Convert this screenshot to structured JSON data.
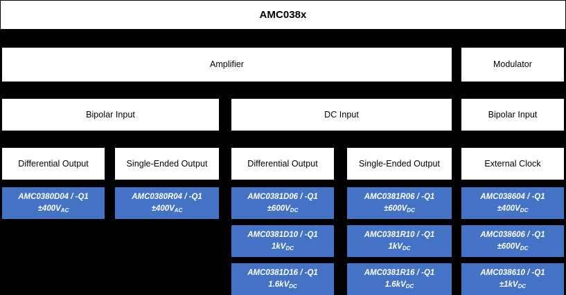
{
  "title": "AMC038x",
  "colors": {
    "background": "#000000",
    "box_fill": "#ffffff",
    "box_text": "#000000",
    "part_fill": "#4472c4",
    "part_text": "#ffffff"
  },
  "function_row": {
    "amplifier": "Amplifier",
    "modulator": "Modulator"
  },
  "input_row": {
    "bipolar_left": "Bipolar Input",
    "dc_input": "DC Input",
    "bipolar_right": "Bipolar Input"
  },
  "output_row": {
    "col1": "Differential Output",
    "col2": "Single-Ended Output",
    "col3": "Differential Output",
    "col4": "Single-Ended Output",
    "col5": "External Clock"
  },
  "parts": {
    "c1": [
      {
        "part_number": "AMC0380D04 / -Q1",
        "voltage": "±400V",
        "voltage_sub": "AC"
      }
    ],
    "c2": [
      {
        "part_number": "AMC0380R04 / -Q1",
        "voltage": "±400V",
        "voltage_sub": "AC"
      }
    ],
    "c3": [
      {
        "part_number": "AMC0381D06 / -Q1",
        "voltage": "±600V",
        "voltage_sub": "DC"
      },
      {
        "part_number": "AMC0381D10 / -Q1",
        "voltage": "1kV",
        "voltage_sub": "DC"
      },
      {
        "part_number": "AMC0381D16 / -Q1",
        "voltage": "1.6kV",
        "voltage_sub": "DC"
      }
    ],
    "c4": [
      {
        "part_number": "AMC0381R06 / -Q1",
        "voltage": "±600V",
        "voltage_sub": "DC"
      },
      {
        "part_number": "AMC0381R10 / -Q1",
        "voltage": "1kV",
        "voltage_sub": "DC"
      },
      {
        "part_number": "AMC0381R16 / -Q1",
        "voltage": "1.6kV",
        "voltage_sub": "DC"
      }
    ],
    "c5": [
      {
        "part_number": "AMC038604 / -Q1",
        "voltage": "±400V",
        "voltage_sub": "DC"
      },
      {
        "part_number": "AMC038606 / -Q1",
        "voltage": "±600V",
        "voltage_sub": "DC"
      },
      {
        "part_number": "AMC038610 / -Q1",
        "voltage": "±1kV",
        "voltage_sub": "DC"
      }
    ]
  }
}
